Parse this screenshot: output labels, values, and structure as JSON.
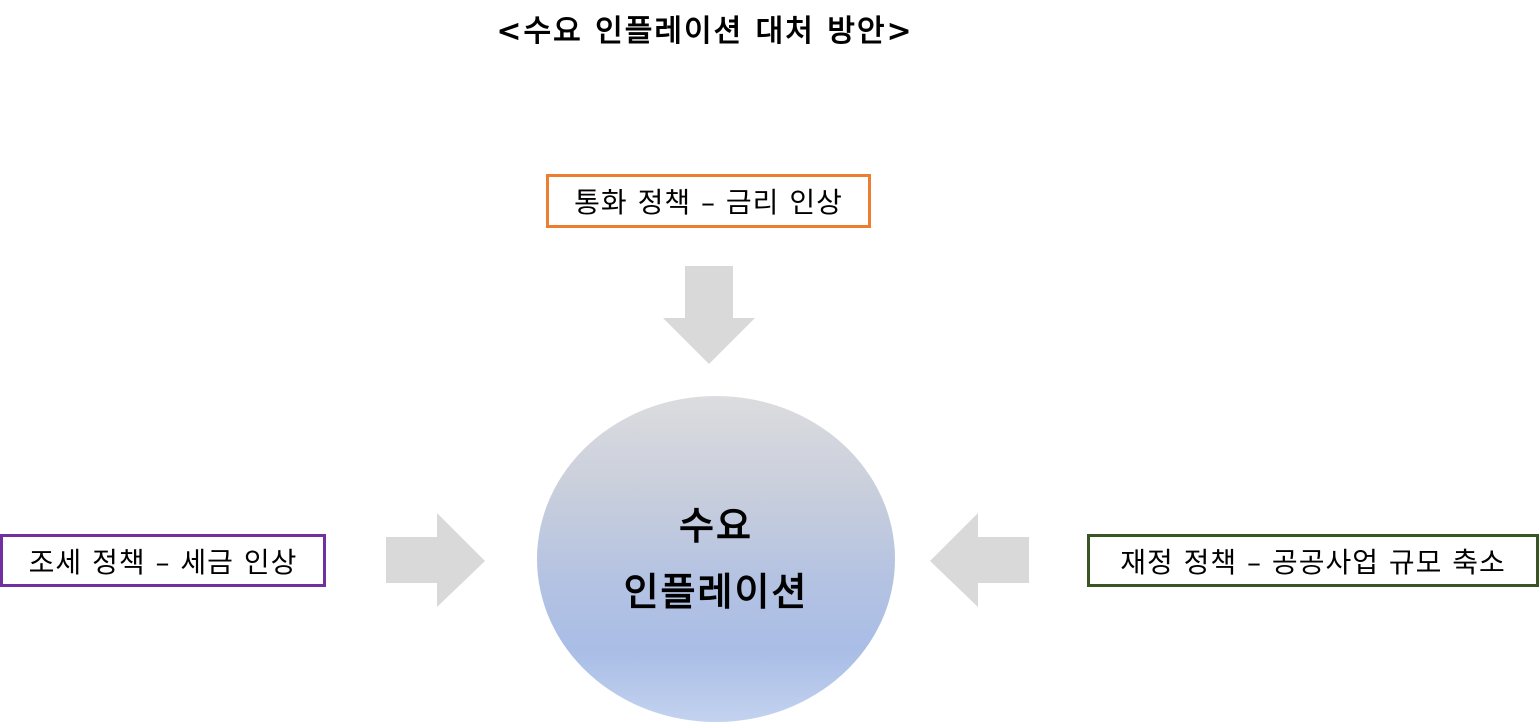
{
  "title": "<수요 인플레이션 대처 방안>",
  "center": {
    "line1": "수요",
    "line2": "인플레이션"
  },
  "policies": {
    "top": {
      "label": "통화 정책 – 금리 인상",
      "border_color": "#ED7D31"
    },
    "left": {
      "label": "조세 정책 – 세금 인상",
      "border_color": "#7030A0"
    },
    "right": {
      "label": "재정 정책 – 공공사업 규모 축소",
      "border_color": "#375623"
    }
  },
  "colors": {
    "arrow": "#D9D9D9"
  },
  "icons": {
    "top_arrow": "arrow-down-icon",
    "left_arrow": "arrow-right-icon",
    "right_arrow": "arrow-left-icon"
  }
}
